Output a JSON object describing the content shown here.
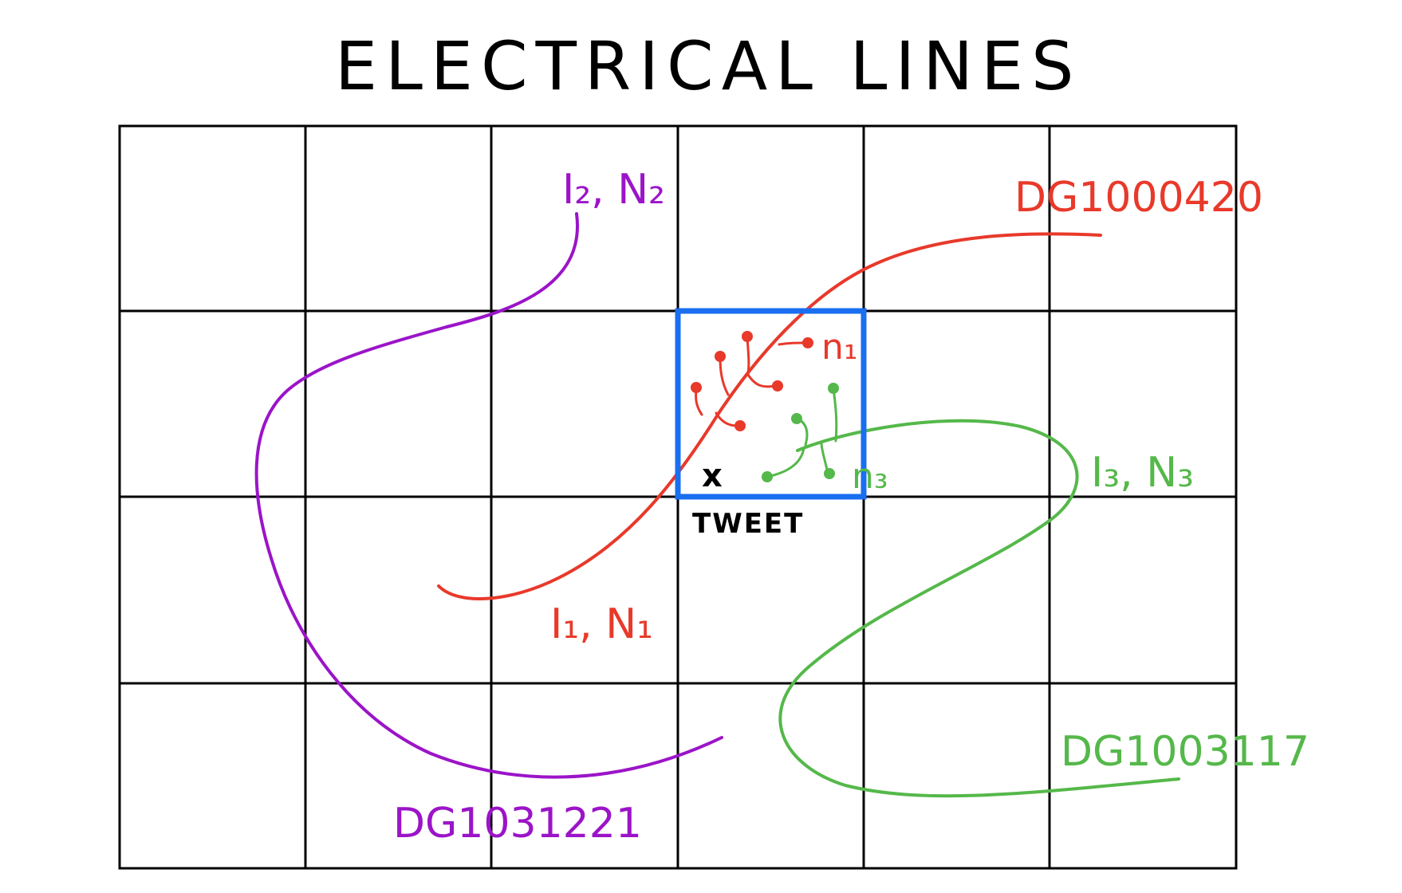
{
  "title": "ELECTRICAL LINES",
  "grid": {
    "columns": 6,
    "rows": 4
  },
  "colors": {
    "grid": "#000000",
    "highlight": "#1a6ef0",
    "line_red": "#e8392a",
    "line_purple": "#9b14c8",
    "line_green": "#55b84a",
    "marker": "#000000"
  },
  "lines": [
    {
      "id": "red",
      "name": "DG1000420",
      "label": "I₁, N₁",
      "color": "#e8392a"
    },
    {
      "id": "purple",
      "name": "DG1031221",
      "label": "I₂, N₂",
      "color": "#9b14c8"
    },
    {
      "id": "green",
      "name": "DG1003117",
      "label": "I₃, N₃",
      "color": "#55b84a"
    }
  ],
  "node_labels": {
    "red": "n₁",
    "green": "n₃"
  },
  "marker": {
    "symbol": "x",
    "label": "TWEET"
  },
  "icons": {
    "marker": "x-mark-icon"
  }
}
